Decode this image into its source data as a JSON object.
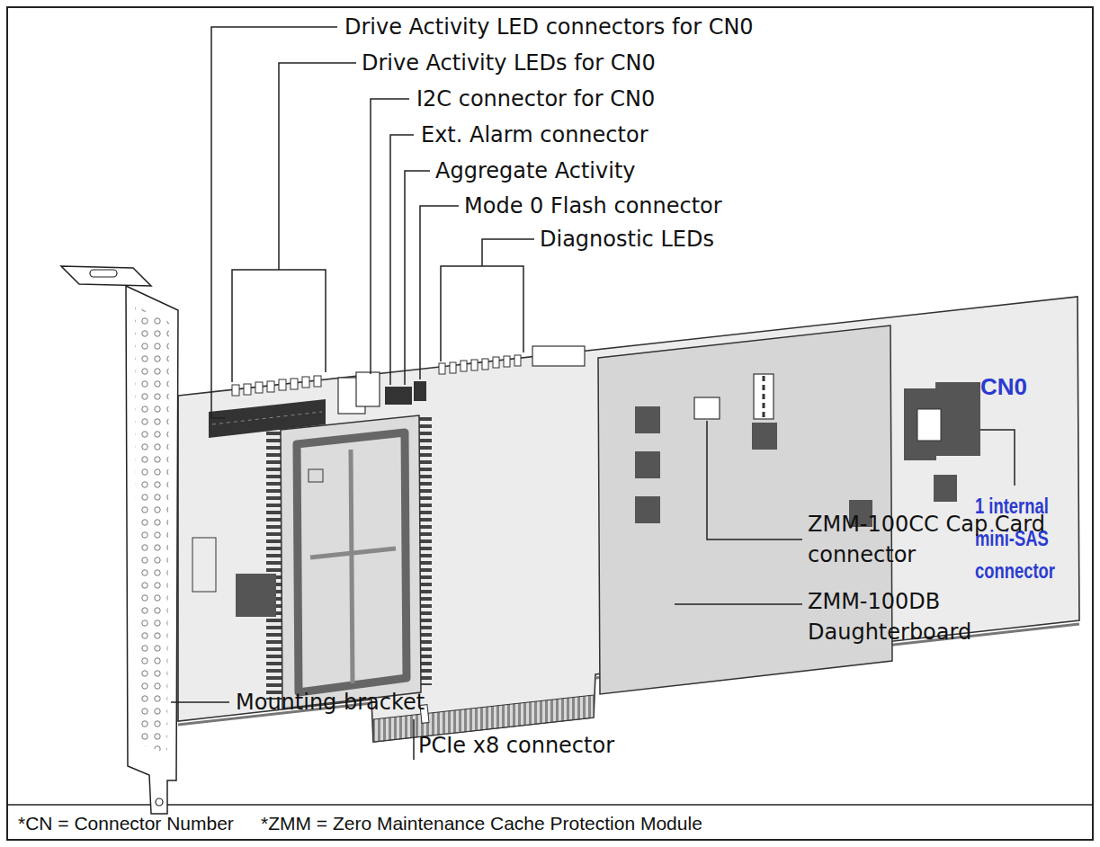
{
  "diagram": {
    "labels": [
      "Drive Activity LED connectors for CN0",
      "Drive Activity LEDs for CN0",
      "I2C connector for CN0",
      "Ext. Alarm connector",
      "Aggregate Activity",
      "Mode 0 Flash connector",
      "Diagnostic LEDs",
      "CN0",
      "1 internal mini-SAS connector",
      "ZMM-100CC Cap Card connector",
      "PCIe x8 connector",
      "ZMM-100DB Daughterboard",
      "Mounting bracket",
      "*CN = Connector Number",
      "*ZMM = Zero Maintenance Cache Protection Module"
    ]
  }
}
